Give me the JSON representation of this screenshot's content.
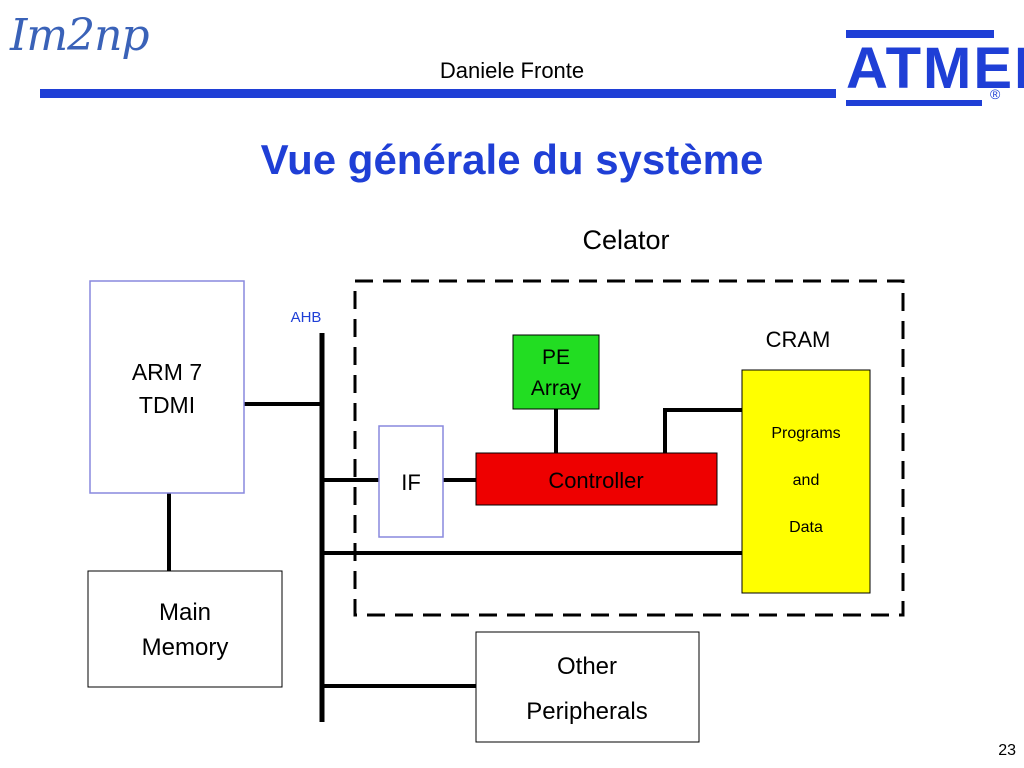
{
  "header": {
    "logo_left": "Im2np",
    "author": "Daniele Fronte",
    "logo_right": "ATMEL",
    "registered": "®"
  },
  "title": "Vue générale du système",
  "diagram": {
    "celator_label": "Celator",
    "ahb_label": "AHB",
    "cram_label": "CRAM",
    "arm": {
      "line1": "ARM 7",
      "line2": "TDMI"
    },
    "main_memory": {
      "line1": "Main",
      "line2": "Memory"
    },
    "pe_array": {
      "line1": "PE",
      "line2": "Array"
    },
    "if_label": "IF",
    "controller": "Controller",
    "cram_box": {
      "line1": "Programs",
      "line2": "and",
      "line3": "Data"
    },
    "other_peripherals": {
      "line1": "Other",
      "line2": "Peripherals"
    },
    "colors": {
      "title_blue": "#1f3fd6",
      "pe_green": "#22dd22",
      "controller_red": "#ee0000",
      "cram_yellow": "#ffff00",
      "box_border_blue": "#8888dd"
    }
  },
  "page_number": "23"
}
